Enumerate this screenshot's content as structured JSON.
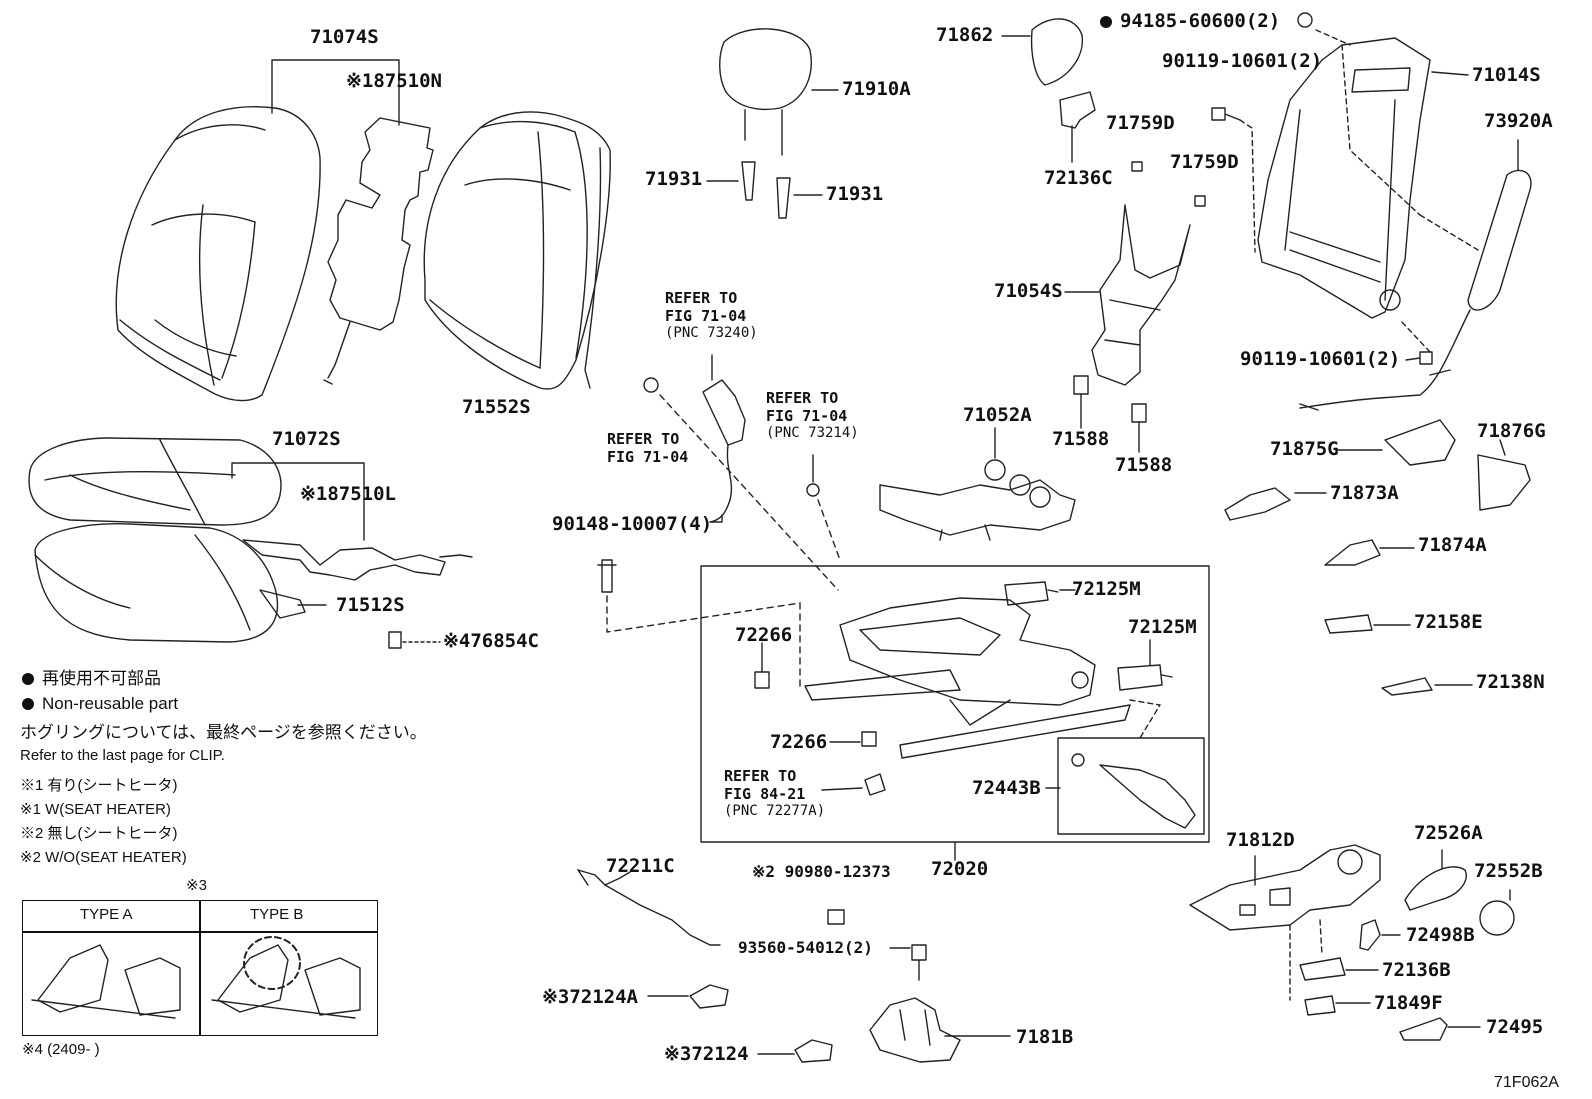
{
  "figure_code": "71F062A",
  "parts": {
    "p71074S": "71074S",
    "p87510N": "※187510N",
    "p71910A": "71910A",
    "p71931a": "71931",
    "p71931b": "71931",
    "p71862": "71862",
    "p94185": "94185-60600(2)",
    "p90119a": "90119-10601(2)",
    "p71014S": "71014S",
    "p73920A": "73920A",
    "p71759Da": "71759D",
    "p71759Db": "71759D",
    "p72136C": "72136C",
    "p71054S": "71054S",
    "p90119b": "90119-10601(2)",
    "p71552S": "71552S",
    "p71072S": "71072S",
    "p87510L": "※187510L",
    "p71512S": "71512S",
    "p76854C": "※476854C",
    "p71052A": "71052A",
    "p71588a": "71588",
    "p71588b": "71588",
    "p71875G": "71875G",
    "p71876G": "71876G",
    "p71873A": "71873A",
    "p71874A": "71874A",
    "p72158E": "72158E",
    "p72138N": "72138N",
    "p90148": "90148-10007(4)",
    "p72125Ma": "72125M",
    "p72125Mb": "72125M",
    "p72266a": "72266",
    "p72266b": "72266",
    "p72443B": "72443B",
    "p72020": "72020",
    "p72211C": "72211C",
    "p90980": "※2 90980-12373",
    "p93560": "93560-54012(2)",
    "p72124A": "※372124A",
    "p72124": "※372124",
    "p7181B": "7181B",
    "p71812D": "71812D",
    "p72526A": "72526A",
    "p72552B": "72552B",
    "p72498B": "72498B",
    "p72136B": "72136B",
    "p71849F": "71849F",
    "p72495": "72495"
  },
  "refs": {
    "r1_line1": "REFER TO",
    "r1_line2": "FIG 71-04",
    "r1_line3": "(PNC 73240)",
    "r2_line1": "REFER TO",
    "r2_line2": "FIG 71-04",
    "r2_line3": "(PNC 73214)",
    "r3_line1": "REFER TO",
    "r3_line2": "FIG 71-04",
    "r4_line1": "REFER TO",
    "r4_line2": "FIG 84-21",
    "r4_line3": "(PNC 72277A)"
  },
  "notes": {
    "nonreusable_jp": "再使用不可部品",
    "nonreusable_en": "Non-reusable part",
    "clip_jp": "ホグリングについては、最終ページを参照ください。",
    "clip_en": "Refer to the last page for CLIP.",
    "n1_jp": "※1 有り(シートヒータ)",
    "n1_en": "※1 W(SEAT HEATER)",
    "n2_jp": "※2 無し(シートヒータ)",
    "n2_en": "※2 W/O(SEAT HEATER)",
    "n3": "※3",
    "type_a": "TYPE A",
    "type_b": "TYPE B",
    "n4": "※4 (2409-      )"
  }
}
